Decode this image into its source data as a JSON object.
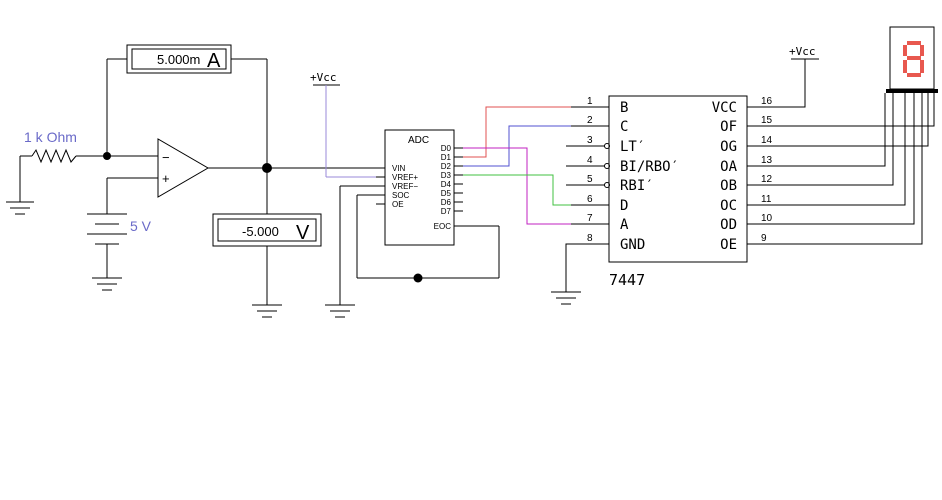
{
  "resistor": {
    "label": "1 k Ohm"
  },
  "battery": {
    "label": "5 V"
  },
  "ammeter": {
    "reading": "5.000m",
    "unit": "A"
  },
  "voltmeter": {
    "reading": "-5.000",
    "unit": "V"
  },
  "vcc_left": "+Vcc",
  "vcc_right": "+Vcc",
  "opamp": {
    "minus": "−",
    "plus": "+"
  },
  "adc": {
    "title": "ADC",
    "left_pins": [
      "VIN",
      "VREF+",
      "VREF−",
      "SOC",
      "OE"
    ],
    "right_pins": [
      "D0",
      "D1",
      "D2",
      "D3",
      "D4",
      "D5",
      "D6",
      "D7",
      "EOC"
    ]
  },
  "decoder": {
    "name": "7447",
    "left_pins": [
      {
        "num": "1",
        "name": "B"
      },
      {
        "num": "2",
        "name": "C"
      },
      {
        "num": "3",
        "name": "LT′"
      },
      {
        "num": "4",
        "name": "BI/RBO′"
      },
      {
        "num": "5",
        "name": "RBI′"
      },
      {
        "num": "6",
        "name": "D"
      },
      {
        "num": "7",
        "name": "A"
      },
      {
        "num": "8",
        "name": "GND"
      }
    ],
    "right_pins": [
      {
        "num": "16",
        "name": "VCC"
      },
      {
        "num": "15",
        "name": "OF"
      },
      {
        "num": "14",
        "name": "OG"
      },
      {
        "num": "13",
        "name": "OA"
      },
      {
        "num": "12",
        "name": "OB"
      },
      {
        "num": "11",
        "name": "OC"
      },
      {
        "num": "10",
        "name": "OD"
      },
      {
        "num": "9",
        "name": "OE"
      }
    ]
  },
  "display": {
    "digit_color": "#e8584f",
    "segments_on": [
      "a",
      "b",
      "c",
      "d",
      "e",
      "f",
      "g"
    ]
  },
  "colors": {
    "wire": "#000000",
    "label_blue": "#6a6ac8",
    "wire_red": "#e05050",
    "wire_blue": "#5050d0",
    "wire_magenta": "#c020c0",
    "wire_green": "#40c040",
    "wire_lavender": "#9a8ad8"
  }
}
